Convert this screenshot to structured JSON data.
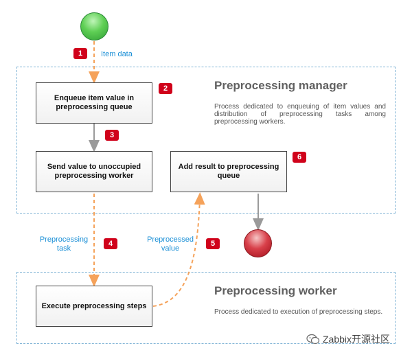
{
  "badges": [
    "1",
    "2",
    "3",
    "4",
    "5",
    "6"
  ],
  "edges": {
    "item_data": "Item data",
    "task_line1": "Preprocessing",
    "task_line2": "task",
    "value_line1": "Preprocessed",
    "value_line2": "value"
  },
  "boxes": {
    "enqueue": "Enqueue item value in preprocessing queue",
    "send": "Send value to unoccupied preprocessing worker",
    "add": "Add result to preprocessing queue",
    "execute": "Execute preprocessing steps"
  },
  "manager": {
    "title": "Preprocessing manager",
    "desc": "Process dedicated to enqueuing of item values and distribution of preprocessing tasks among preprocessing workers."
  },
  "worker": {
    "title": "Preprocessing worker",
    "desc": "Process dedicated to execution of preprocessing steps."
  },
  "watermark": "Zabbix开源社区",
  "colors": {
    "start": "#3cb043",
    "end": "#c0131f",
    "dashed_arrow": "#f5a25a",
    "solid_arrow": "#9a9a9a",
    "badge": "#d0021b",
    "region_border": "#7fb3d5"
  }
}
